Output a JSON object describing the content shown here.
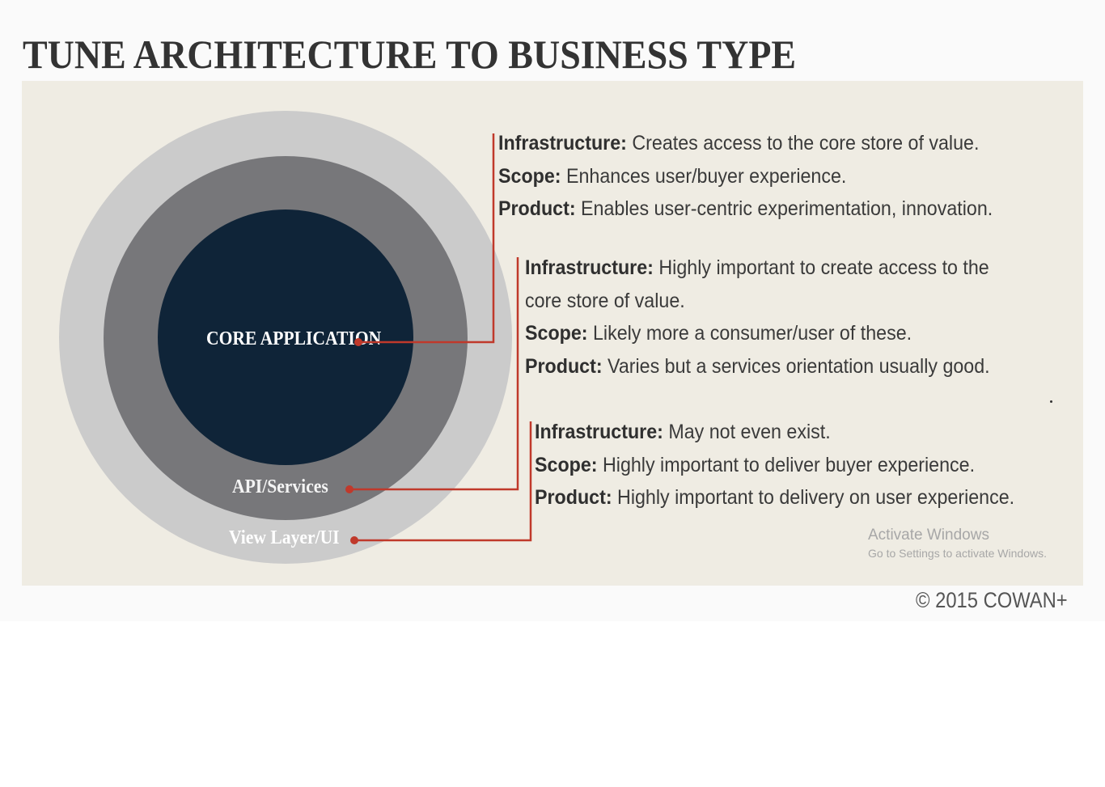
{
  "title": "TUNE ARCHITECTURE TO BUSINESS TYPE",
  "diagram": {
    "core_label": "CORE APPLICATION",
    "middle_label": "API/Services",
    "outer_label": "View Layer/UI"
  },
  "descriptions": [
    {
      "infrastructure_key": "Infrastructure:",
      "infrastructure_text": " Creates access to the core store of value.",
      "scope_key": "Scope:",
      "scope_text": " Enhances user/buyer experience.",
      "product_key": "Product:",
      "product_text": " Enables user-centric experimentation, innovation."
    },
    {
      "infrastructure_key": "Infrastructure:",
      "infrastructure_text": " Highly important to create access to the",
      "infrastructure_text_cont": "core store of value.",
      "scope_key": "Scope:",
      "scope_text": " Likely more a consumer/user of these.",
      "product_key": "Product:",
      "product_text": " Varies but a services orientation usually good."
    },
    {
      "infrastructure_key": "Infrastructure:",
      "infrastructure_text": " May not even exist.",
      "scope_key": "Scope:",
      "scope_text": " Highly important to deliver buyer experience.",
      "product_key": "Product:",
      "product_text": " Highly important to delivery on user experience."
    }
  ],
  "watermark": {
    "title": "Activate Windows",
    "subtitle": "Go to Settings to activate Windows."
  },
  "copyright": "© 2015 COWAN+",
  "colors": {
    "panel": "#efece3",
    "outer_ring": "#cbcbcb",
    "middle_ring": "#77777a",
    "core": "#0f2438",
    "connector": "#c0392b"
  }
}
